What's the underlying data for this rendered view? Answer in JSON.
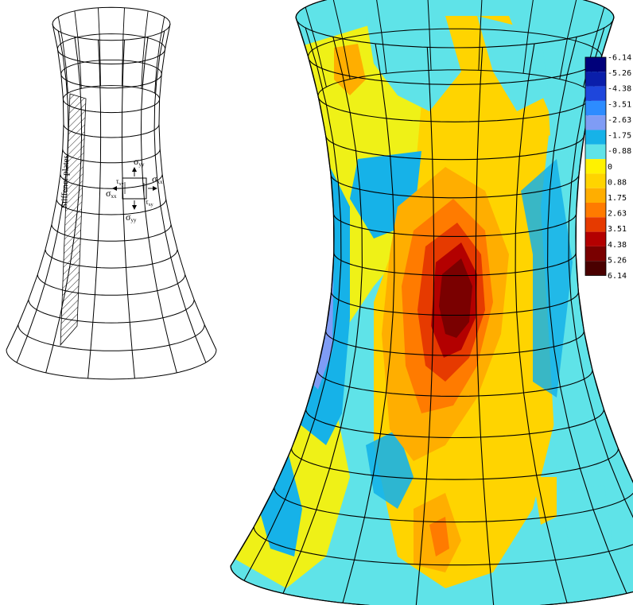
{
  "left_figure": {
    "stiffener_label": "Stiffener plates",
    "stress_labels": {
      "sigma_yy_top": "σ",
      "sigma_yy_top_sub": "yy",
      "sigma_yy_bottom": "σ",
      "sigma_yy_bottom_sub": "yy",
      "sigma_xx_left": "σ",
      "sigma_xx_left_sub": "xx",
      "sigma_xx_right": "σ",
      "sigma_xx_right_sub": "xx",
      "tau_xy_left": "τ",
      "tau_xy_left_sub": "xy",
      "tau_xy_right": "τ",
      "tau_xy_right_sub": "xy"
    }
  },
  "legend": {
    "labels": [
      "-6.14",
      "-5.26",
      "-4.38",
      "-3.51",
      "-2.63",
      "-1.75",
      "-0.88",
      "0",
      "0.88",
      "1.75",
      "2.63",
      "3.51",
      "4.38",
      "5.26",
      "6.14"
    ],
    "colors": [
      "#00007a",
      "#0a1eaa",
      "#1e46dc",
      "#2d8cff",
      "#7f9cf5",
      "#16b2e8",
      "#5fe3e8",
      "#fff200",
      "#ffd400",
      "#ffae00",
      "#ff7b00",
      "#e63a00",
      "#b30000",
      "#7a0000",
      "#4a0000"
    ]
  }
}
